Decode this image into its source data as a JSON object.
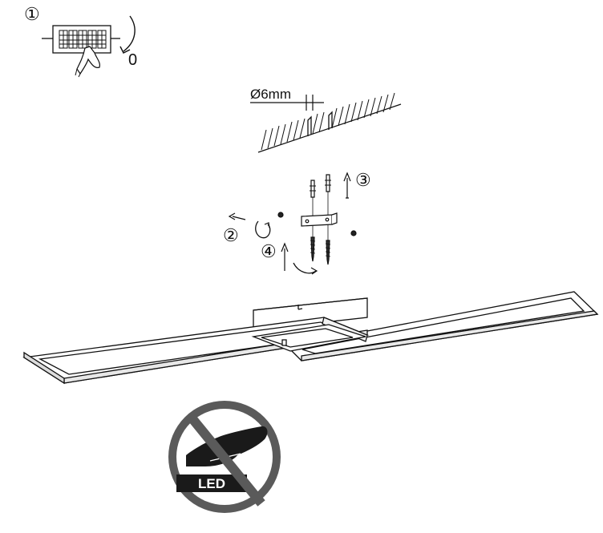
{
  "steps": {
    "step1": "①",
    "step2": "②",
    "step3": "③",
    "step4": "④"
  },
  "switch_state_label": "0",
  "drill": {
    "diameter_label": "Ø6mm"
  },
  "warning_sign": {
    "text": "LED",
    "icon": "no-touch-led-icon"
  },
  "icons": {
    "power_switch": "power-switch-icon",
    "ceiling": "ceiling-icon",
    "mounting_bracket": "mounting-bracket-icon",
    "lamp": "ceiling-lamp-icon"
  }
}
